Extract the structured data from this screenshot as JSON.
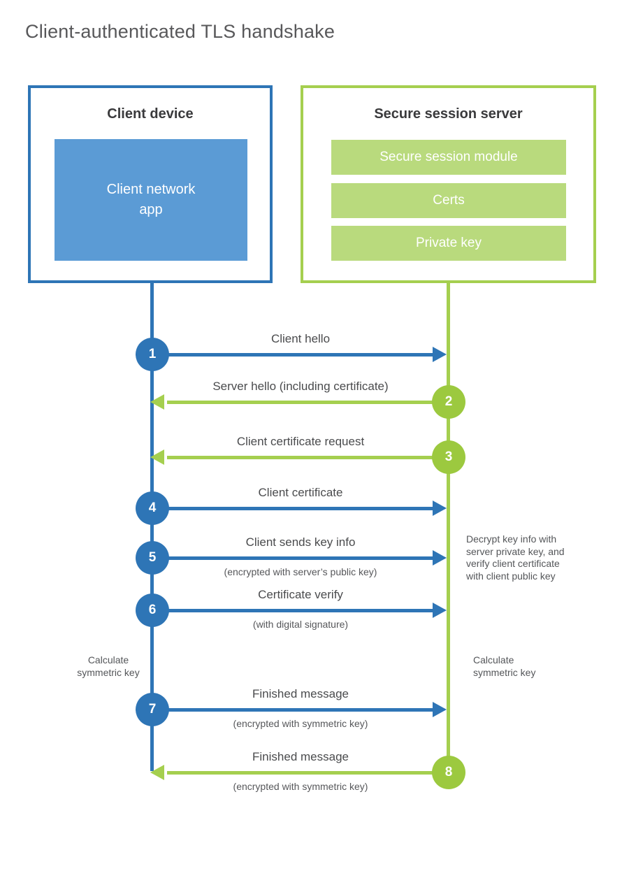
{
  "title": "Client-authenticated TLS handshake",
  "colors": {
    "blue": "#2e75b6",
    "blue_fill": "#5b9bd5",
    "green": "#a5cf4f",
    "green_fill": "#b9da7d",
    "green_circle": "#9cc93f"
  },
  "client": {
    "title": "Client device",
    "app_label": "Client network\napp"
  },
  "server": {
    "title": "Secure session server",
    "modules": [
      "Secure session module",
      "Certs",
      "Private key"
    ]
  },
  "steps": [
    {
      "num": "1",
      "label": "Client hello",
      "direction": "right"
    },
    {
      "num": "2",
      "label": "Server hello (including certificate)",
      "direction": "left"
    },
    {
      "num": "3",
      "label": "Client certificate request",
      "direction": "left"
    },
    {
      "num": "4",
      "label": "Client certificate",
      "direction": "right"
    },
    {
      "num": "5",
      "label": "Client sends key info",
      "sub": "(encrypted with server’s public key)",
      "direction": "right"
    },
    {
      "num": "6",
      "label": "Certificate verify",
      "sub": "(with digital signature)",
      "direction": "right"
    },
    {
      "num": "7",
      "label": "Finished message",
      "sub": "(encrypted with symmetric key)",
      "direction": "right"
    },
    {
      "num": "8",
      "label": "Finished message",
      "sub": "(encrypted with symmetric key)",
      "direction": "left"
    }
  ],
  "notes": {
    "decrypt_note": "Decrypt key info with\nserver private key, and\nverify client certificate\nwith client public key",
    "calc_left": "Calculate\nsymmetric key",
    "calc_right": "Calculate\nsymmetric key"
  }
}
